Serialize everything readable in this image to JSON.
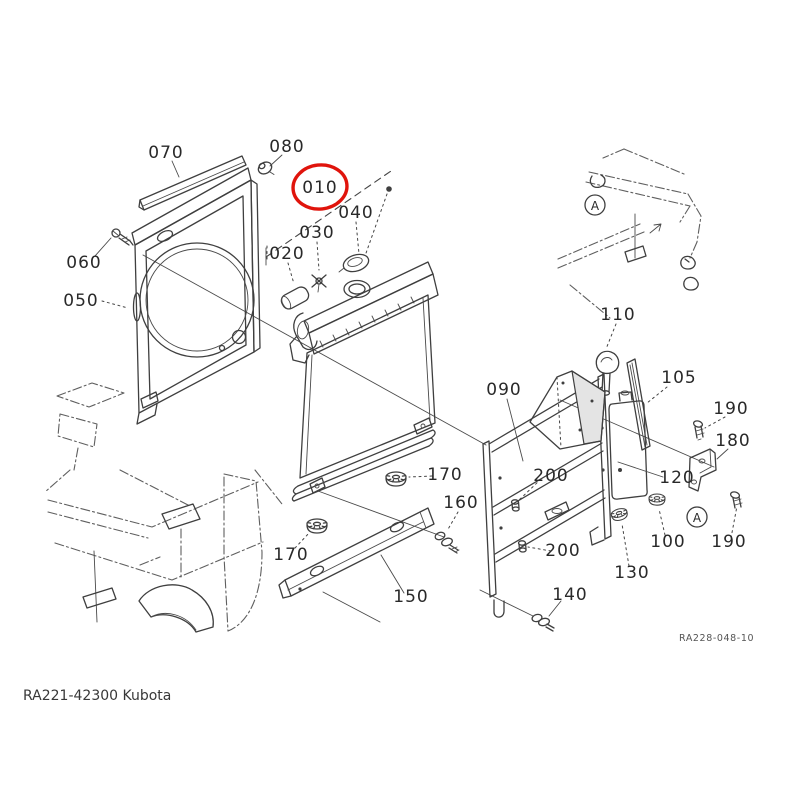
{
  "page": {
    "background": "#ffffff"
  },
  "diagram": {
    "drawing_number": "RA228-048-10",
    "highlight": {
      "color": "#e0140c",
      "circled_part": "010"
    },
    "reference_markers": [
      {
        "text": "A"
      },
      {
        "text": "A"
      }
    ],
    "part_labels": [
      {
        "text": "070"
      },
      {
        "text": "080"
      },
      {
        "text": "010"
      },
      {
        "text": "040"
      },
      {
        "text": "030"
      },
      {
        "text": "020"
      },
      {
        "text": "060"
      },
      {
        "text": "050"
      },
      {
        "text": "110"
      },
      {
        "text": "105"
      },
      {
        "text": "090"
      },
      {
        "text": "190"
      },
      {
        "text": "180"
      },
      {
        "text": "120"
      },
      {
        "text": "170"
      },
      {
        "text": "200"
      },
      {
        "text": "160"
      },
      {
        "text": "100"
      },
      {
        "text": "190"
      },
      {
        "text": "130"
      },
      {
        "text": "170"
      },
      {
        "text": "200"
      },
      {
        "text": "150"
      },
      {
        "text": "140"
      }
    ]
  },
  "footer": {
    "part_reference": "RA221-42300 Kubota"
  }
}
